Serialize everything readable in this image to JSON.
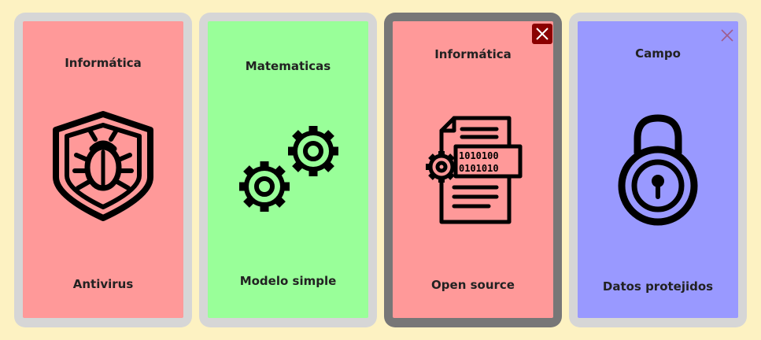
{
  "colors": {
    "background": "#fdf2c2",
    "card_frame": "#d6d6d6",
    "card_frame_selected": "#777777",
    "close_active_bg": "#8b0000"
  },
  "cards": [
    {
      "category": "Informática",
      "title": "Antivirus",
      "icon": "shield-bug-icon",
      "color": "#ff9999",
      "close": "none"
    },
    {
      "category": "Matematicas",
      "title": "Modelo simple",
      "icon": "gears-icon",
      "color": "#99ff99",
      "close": "none"
    },
    {
      "category": "Informática",
      "title": "Open source",
      "icon": "code-document-icon",
      "color": "#ff9999",
      "close": "active",
      "selected": true
    },
    {
      "category": "Campo",
      "title": "Datos protejidos",
      "icon": "padlock-icon",
      "color": "#9999ff",
      "close": "subtle"
    }
  ]
}
